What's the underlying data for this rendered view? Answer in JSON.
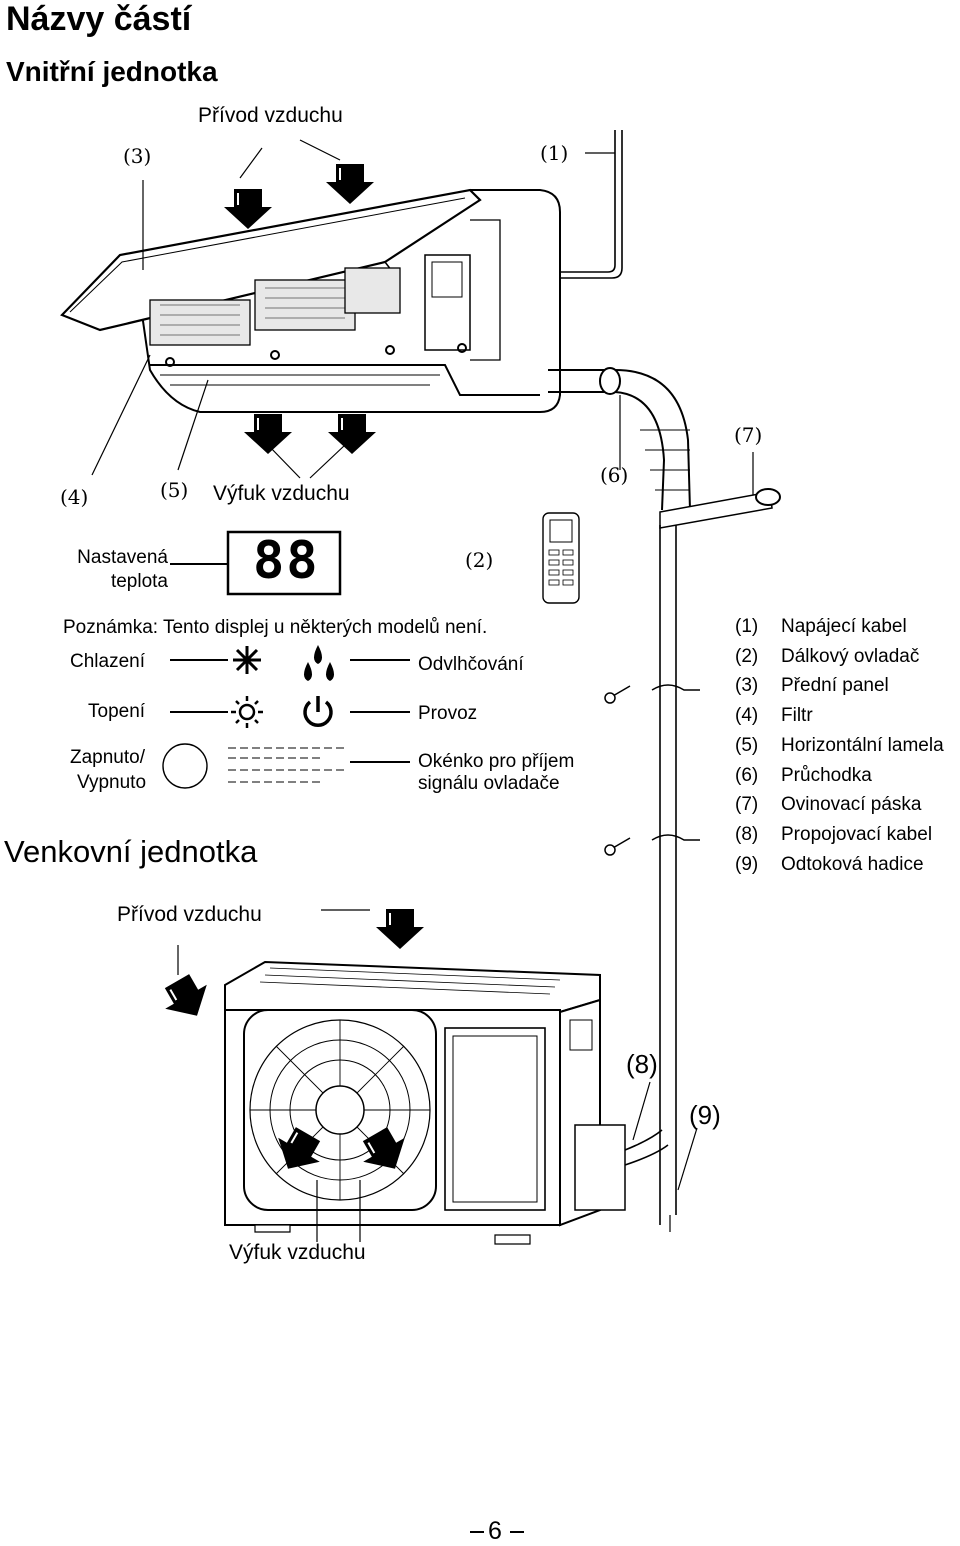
{
  "title": "Názvy částí",
  "indoor": {
    "heading": "Vnitřní jednotka",
    "intake_label": "Přívod vzduchu",
    "exhaust_label": "Výfuk vzduchu",
    "markers": {
      "m1": "(1)",
      "m2": "(2)",
      "m3": "(3)",
      "m4": "(4)",
      "m5": "(5)",
      "m6": "(6)",
      "m7": "(7)"
    }
  },
  "display": {
    "set_temp_line1": "Nastavená",
    "set_temp_line2": "teplota",
    "digits": "88",
    "note": "Poznámka: Tento displej u některých modelů není.",
    "cooling": "Chlazení",
    "heating": "Topení",
    "power_line1": "Zapnuto/",
    "power_line2": "Vypnuto",
    "dehumid": "Odvlhčování",
    "operation": "Provoz",
    "receiver_line1": "Okénko pro příjem",
    "receiver_line2": "signálu ovladače"
  },
  "outdoor": {
    "heading": "Venkovní jednotka",
    "intake_label": "Přívod vzduchu",
    "exhaust_label": "Výfuk vzduchu",
    "marker8": "(8)",
    "marker9": "(9)"
  },
  "legend": [
    {
      "num": "(1)",
      "text": "Napájecí kabel"
    },
    {
      "num": "(2)",
      "text": "Dálkový ovladač"
    },
    {
      "num": "(3)",
      "text": "Přední panel"
    },
    {
      "num": "(4)",
      "text": "Filtr"
    },
    {
      "num": "(5)",
      "text": "Horizontální lamela"
    },
    {
      "num": "(6)",
      "text": "Průchodka"
    },
    {
      "num": "(7)",
      "text": "Ovinovací páska"
    },
    {
      "num": "(8)",
      "text": "Propojovací kabel"
    },
    {
      "num": "(9)",
      "text": "Odtoková hadice"
    }
  ],
  "page_number": "6"
}
